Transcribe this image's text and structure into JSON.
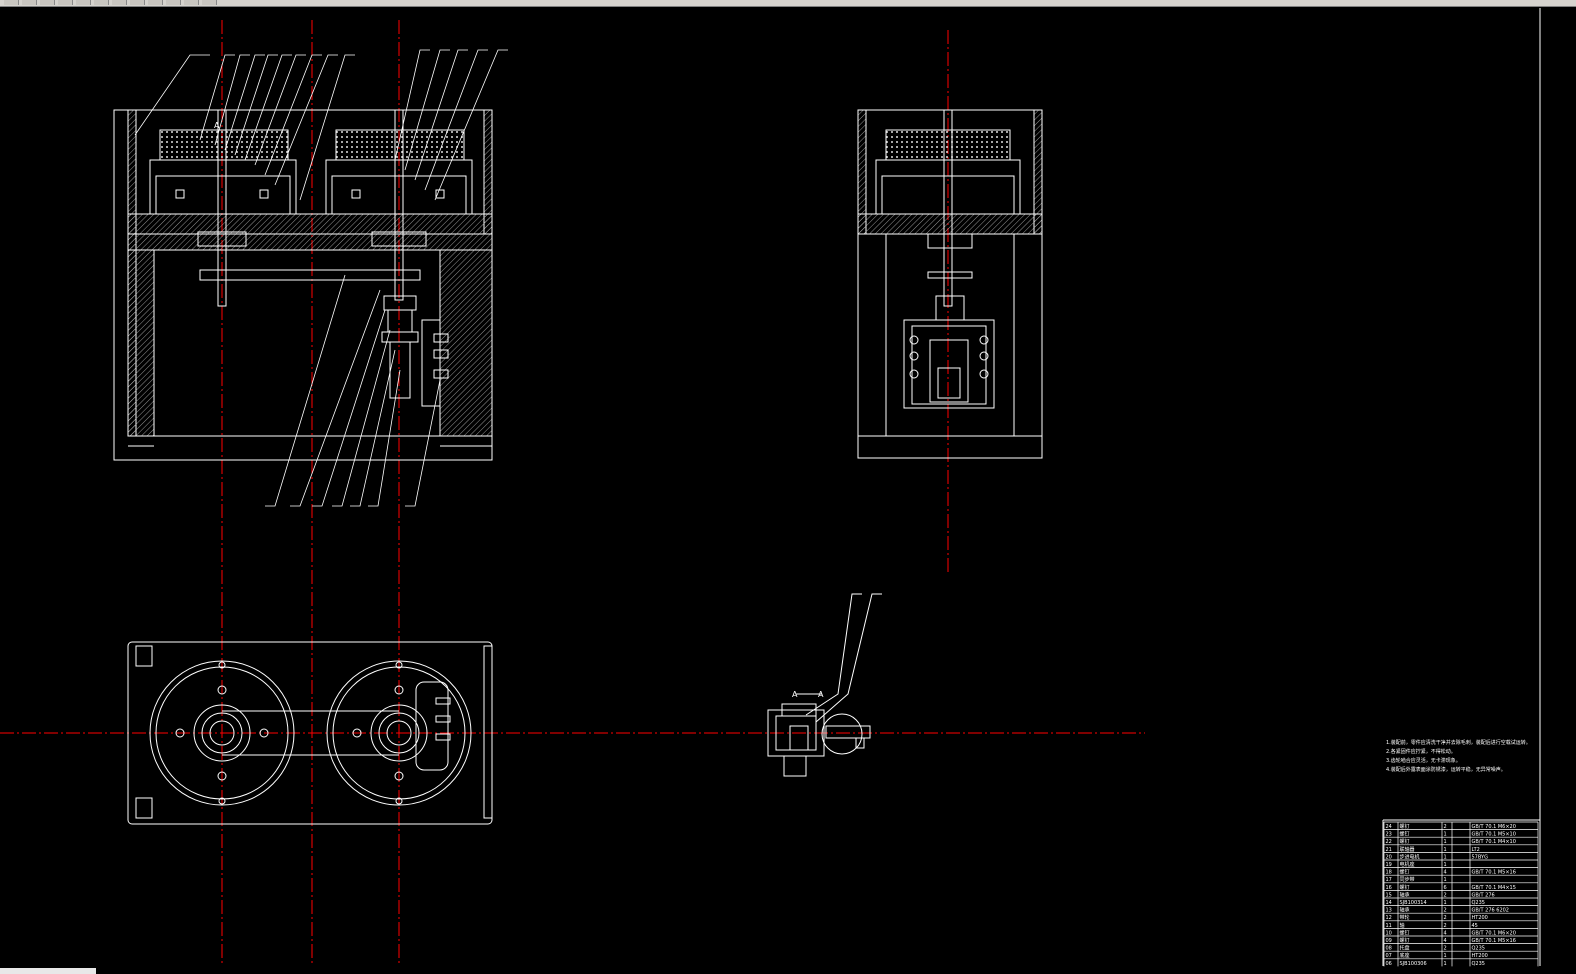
{
  "app": {
    "title": "CAD drawing viewer",
    "accent": "#ffffff",
    "centerline_color": "#ff0000",
    "background": "#000000"
  },
  "toolbar": {
    "buttons": [
      "new-icon",
      "open-icon",
      "save-icon",
      "print-icon",
      "cut-icon",
      "copy-icon",
      "paste-icon",
      "undo-icon",
      "redo-icon",
      "pan-icon",
      "zoom-icon",
      "layer-icon"
    ]
  },
  "drawing": {
    "section_mark_left": "A",
    "section_mark_right": "A",
    "notes": [
      "1.装配前，零件应清洗干净并去除毛刺，装配后进行空载试运转。",
      "2.各紧固件应拧紧，不得松动。",
      "3.齿轮啮合应灵活，无卡滞现象。",
      "4.装配后外露表面涂防锈漆，运转平稳，无异常噪声。"
    ],
    "title_block_rows": [
      {
        "no": "24",
        "name": "螺钉",
        "qty": "2",
        "spec": "GB/T 70.1 M6×20"
      },
      {
        "no": "23",
        "name": "螺钉",
        "qty": "1",
        "spec": "GB/T 70.1 M5×10"
      },
      {
        "no": "22",
        "name": "螺钉",
        "qty": "1",
        "spec": "GB/T 70.1 M4×10"
      },
      {
        "no": "21",
        "name": "联轴器",
        "qty": "1",
        "spec": "LT2"
      },
      {
        "no": "20",
        "name": "步进电机",
        "qty": "1",
        "spec": "57BYG"
      },
      {
        "no": "19",
        "name": "电机座",
        "qty": "1",
        "spec": ""
      },
      {
        "no": "18",
        "name": "螺钉",
        "qty": "4",
        "spec": "GB/T 70.1 M5×16"
      },
      {
        "no": "17",
        "name": "同步带",
        "qty": "1",
        "spec": ""
      },
      {
        "no": "16",
        "name": "螺钉",
        "qty": "6",
        "spec": "GB/T 70.1 M4×15"
      },
      {
        "no": "15",
        "name": "轴承",
        "qty": "2",
        "spec": "GB/T 276"
      },
      {
        "no": "14",
        "name": "SJB100314",
        "qty": "1",
        "spec": "Q235"
      },
      {
        "no": "13",
        "name": "轴承",
        "qty": "2",
        "spec": "GB/T 276 6202"
      },
      {
        "no": "12",
        "name": "带轮",
        "qty": "2",
        "spec": "HT200"
      },
      {
        "no": "11",
        "name": "轴",
        "qty": "2",
        "spec": "45"
      },
      {
        "no": "10",
        "name": "螺钉",
        "qty": "4",
        "spec": "GB/T 70.1 M6×20"
      },
      {
        "no": "09",
        "name": "螺钉",
        "qty": "4",
        "spec": "GB/T 70.1 M5×16"
      },
      {
        "no": "08",
        "name": "托盘",
        "qty": "2",
        "spec": "Q235"
      },
      {
        "no": "07",
        "name": "底座",
        "qty": "1",
        "spec": "HT200"
      },
      {
        "no": "06",
        "name": "SJB100306",
        "qty": "1",
        "spec": "Q235"
      }
    ]
  }
}
